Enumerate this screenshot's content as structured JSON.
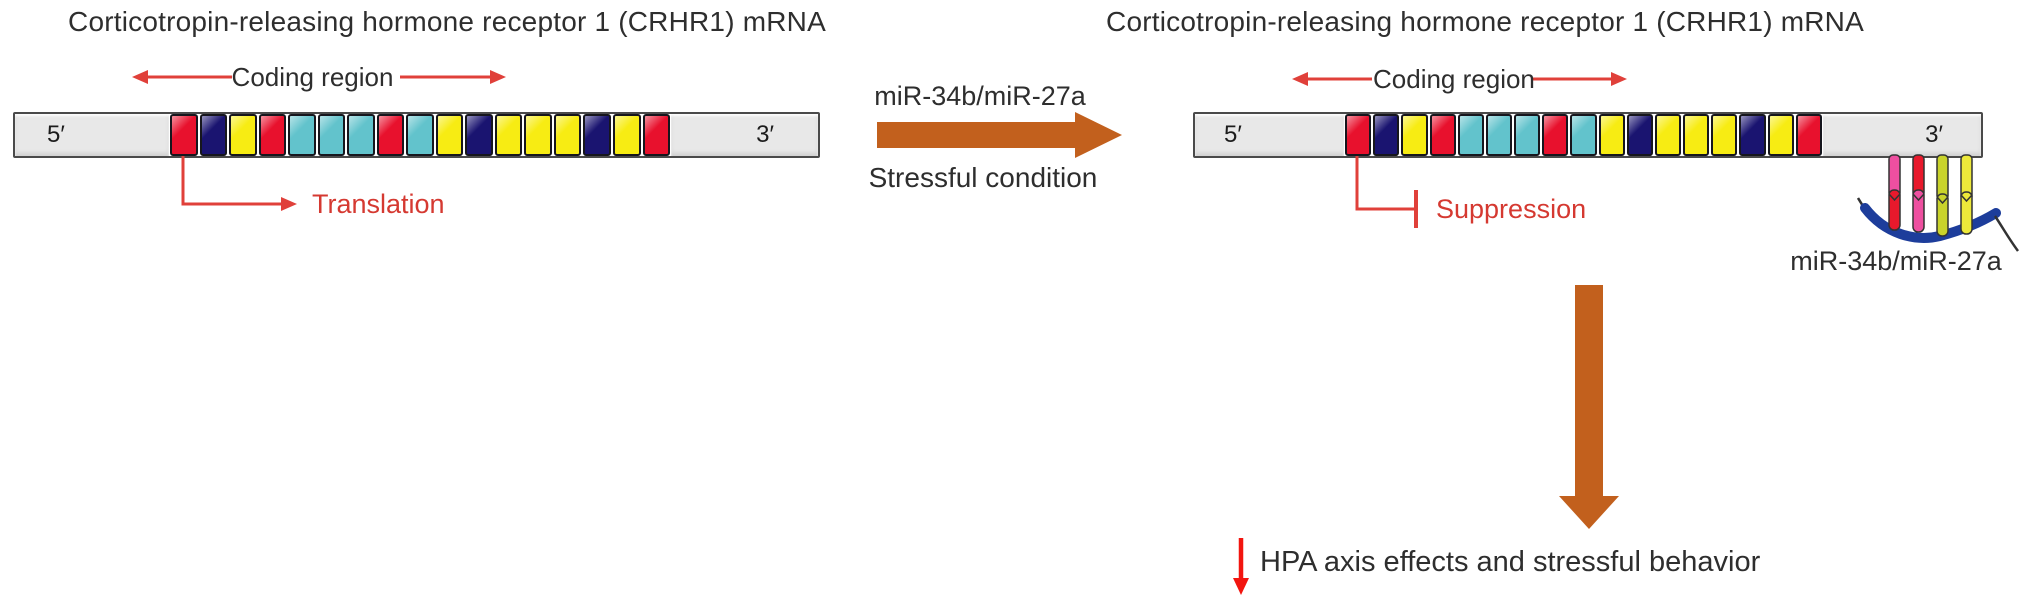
{
  "left_mrna": {
    "title": "Corticotropin-releasing hormone receptor 1 (CRHR1) mRNA",
    "coding_region_label": "Coding region",
    "five_prime_label": "5′",
    "three_prime_label": "3′",
    "translation_label": "Translation",
    "blocks": [
      "red",
      "navy",
      "yellow",
      "red",
      "cyan",
      "cyan",
      "cyan",
      "red",
      "cyan",
      "yellow",
      "navy",
      "yellow",
      "yellow",
      "yellow",
      "navy",
      "yellow",
      "red"
    ]
  },
  "transition": {
    "mirna_label": "miR-34b/miR-27a",
    "condition_label": "Stressful condition"
  },
  "right_mrna": {
    "title": "Corticotropin-releasing hormone receptor 1 (CRHR1) mRNA",
    "coding_region_label": "Coding region",
    "five_prime_label": "5′",
    "three_prime_label": "3′",
    "suppression_label": "Suppression",
    "mirna_label": "miR-34b/miR-27a",
    "blocks": [
      "red",
      "navy",
      "yellow",
      "red",
      "cyan",
      "cyan",
      "cyan",
      "red",
      "cyan",
      "yellow",
      "navy",
      "yellow",
      "yellow",
      "yellow",
      "navy",
      "yellow",
      "red"
    ]
  },
  "outcome": {
    "label": "HPA axis effects and stressful behavior"
  },
  "colors": {
    "block_red": "#e8112d",
    "block_navy": "#1a1470",
    "block_yellow": "#f7ec13",
    "block_cyan": "#62c3cc",
    "utr_gray": "#e8e8e8",
    "accent_red_line": "#e0403a",
    "accent_red_text": "#d53931",
    "arrow_brown": "#c2601d",
    "mirna_pink": "#ee4fa0",
    "mirna_red": "#e8192c",
    "mirna_olive": "#c9d32b",
    "mirna_yellow": "#ede93a",
    "mirna_strand_blue": "#1d3d9b",
    "text_dark": "#2e2e2e"
  }
}
